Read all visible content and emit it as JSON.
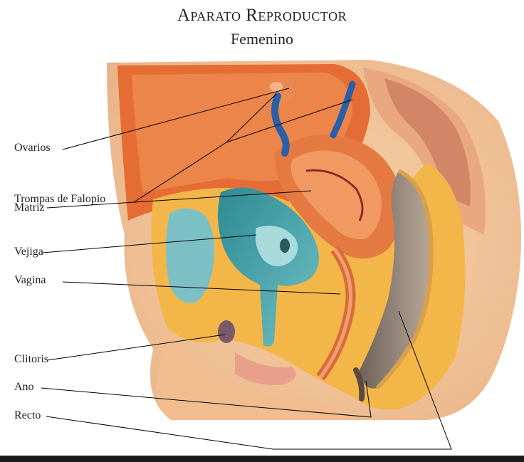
{
  "title": "Aparato Reproductor",
  "subtitle": "Femenino",
  "labels": {
    "ovarios": "Ovarios",
    "trompas": "Trompas de Falopio",
    "matriz": "Matriz",
    "vejiga": "Vejiga",
    "vagina": "Vagina",
    "clitoris": "Clitoris",
    "ano": "Ano",
    "recto": "Recto"
  },
  "colors": {
    "background": "#ffffff",
    "skin": "#f5c28e",
    "tissue_orange": "#e8783a",
    "tissue_dark": "#c8502a",
    "fat_yellow": "#f2b84a",
    "bladder_teal": "#3d9aa0",
    "bladder_light": "#7cc5c8",
    "tube_blue": "#2a5fa8",
    "rectum_gray": "#8a7a6e",
    "leader_line": "#000000",
    "bottom_rule": "#1a1a1a"
  }
}
